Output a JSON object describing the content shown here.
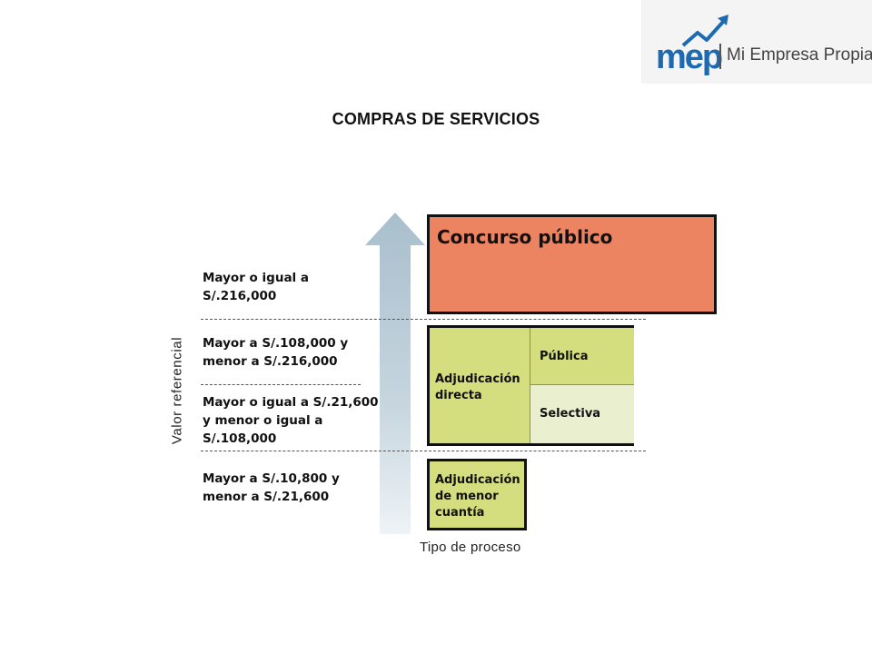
{
  "logo": {
    "mark": "mep",
    "text": "Mi Empresa Propia"
  },
  "title": "COMPRAS DE SERVICIOS",
  "axis": {
    "vertical_label": "Valor referencial",
    "horizontal_label": "Tipo de proceso"
  },
  "ranges": [
    {
      "line1": "Mayor o igual a",
      "line2": "S/.216,000"
    },
    {
      "line1": "Mayor a S/.108,000 y",
      "line2": "menor a S/.216,000"
    },
    {
      "line1": "Mayor o igual a S/.21,600",
      "line2": "y menor o igual a",
      "line3": "S/.108,000"
    },
    {
      "line1": "Mayor a S/.10,800 y",
      "line2": "menor a S/.21,600"
    }
  ],
  "processes": {
    "concurso": "Concurso público",
    "directa": {
      "line1": "Adjudicación",
      "line2": "directa",
      "publica": "Pública",
      "selectiva": "Selectiva"
    },
    "menor": {
      "line1": "Adjudicación",
      "line2": "de menor",
      "line3": "cuantía"
    }
  },
  "colors": {
    "concurso": "#ec8462",
    "directa": "#d4de7e",
    "selectiva": "#eaf0cf",
    "arrow": "#b7cbd6",
    "brand": "#1e6ab0"
  }
}
